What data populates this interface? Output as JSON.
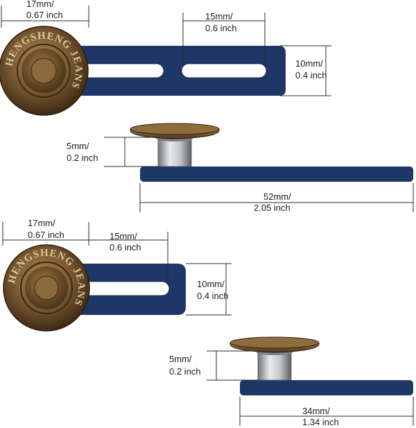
{
  "figure_a": {
    "button_width": "17mm/ 0.67 inch",
    "button_width_l1": "17mm/",
    "button_width_l2": "0.67 inch",
    "slot_length_l1": "15mm/",
    "slot_length_l2": "0.6 inch",
    "strap_width_l1": "10mm/",
    "strap_width_l2": "0.4 inch",
    "stem_height_l1": "5mm/",
    "stem_height_l2": "0.2 inch",
    "total_length_l1": "52mm/",
    "total_length_l2": "2.05 inch"
  },
  "figure_b": {
    "button_width_l1": "17mm/",
    "button_width_l2": "0.67 inch",
    "slot_length_l1": "15mm/",
    "slot_length_l2": "0.6 inch",
    "strap_width_l1": "10mm/",
    "strap_width_l2": "0.4 inch",
    "stem_height_l1": "5mm/",
    "stem_height_l2": "0.2 inch",
    "total_length_l1": "34mm/",
    "total_length_l2": "1.34 inch"
  },
  "button_engraving": "HENGSHENG JEANS",
  "colors": {
    "strap": "#1f3767",
    "button_bronze": "#7a5a32",
    "stem_silver": "#b9bcc0"
  }
}
